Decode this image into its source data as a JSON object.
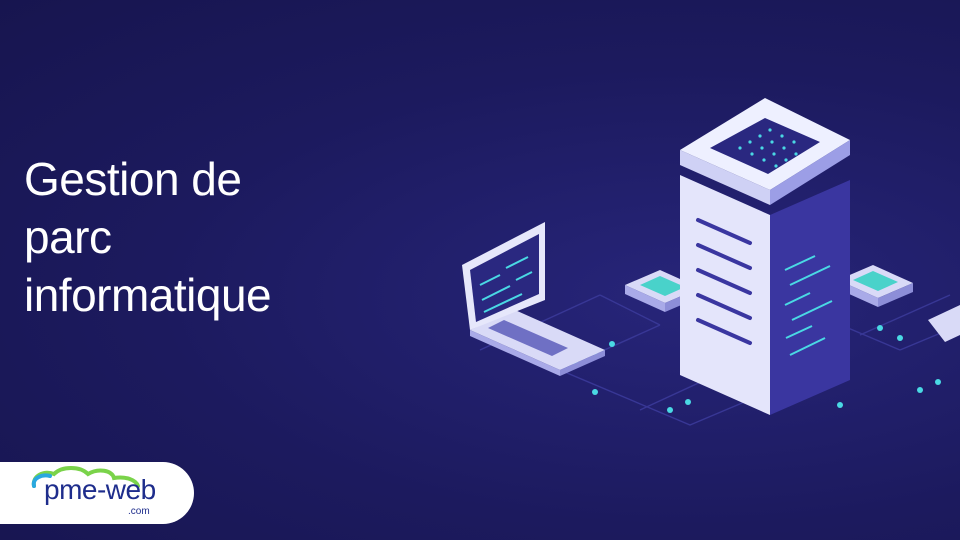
{
  "headline": {
    "line1": "Gestion de",
    "line2": "parc",
    "line3": "informatique"
  },
  "logo": {
    "text": "pme-web",
    "suffix": ".com"
  },
  "colors": {
    "background": "#1c1a5e",
    "accent": "#4ad9e4",
    "logo_blue": "#1e2d8c",
    "logo_green": "#7ad34a"
  }
}
